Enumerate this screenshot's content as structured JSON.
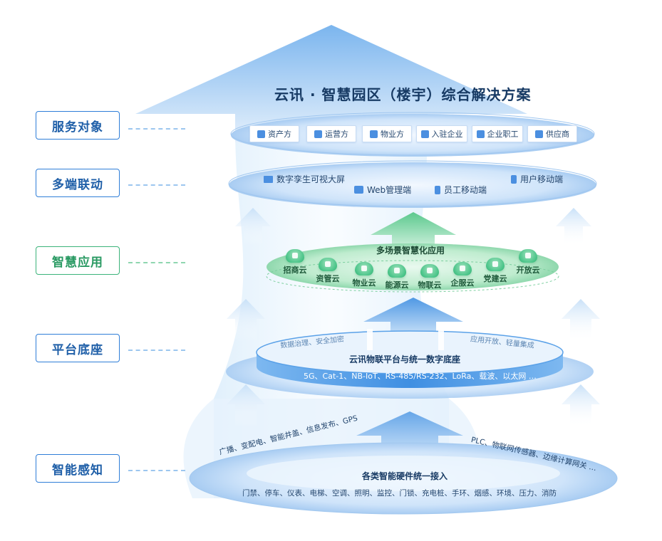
{
  "title": "云讯 · 智慧园区（楼宇）综合解决方案",
  "side_labels": [
    "服务对象",
    "多端联动",
    "智慧应用",
    "平台底座",
    "智能感知"
  ],
  "service_objects": [
    {
      "label": "资产方",
      "icon": "people-icon"
    },
    {
      "label": "运营方",
      "icon": "document-icon"
    },
    {
      "label": "物业方",
      "icon": "house-icon"
    },
    {
      "label": "入驻企业",
      "icon": "building-icon"
    },
    {
      "label": "企业职工",
      "icon": "id-card-icon"
    },
    {
      "label": "供应商",
      "icon": "person-icon"
    }
  ],
  "terminals": [
    {
      "label": "数字孪生可视大屏",
      "icon": "monitor-icon"
    },
    {
      "label": "Web管理端",
      "icon": "browser-icon"
    },
    {
      "label": "员工移动端",
      "icon": "phone-icon"
    },
    {
      "label": "用户移动端",
      "icon": "phone-icon"
    }
  ],
  "apps": {
    "title": "多场景智慧化应用",
    "items": [
      "招商云",
      "资管云",
      "物业云",
      "能源云",
      "物联云",
      "企服云",
      "党建云",
      "开放云"
    ]
  },
  "platform": {
    "title": "云讯物联平台与统一数字底座",
    "left_text": "数据治理、安全加密",
    "right_text": "应用开放、轻量集成",
    "protocols": "5G、Cat-1、NB-IoT、RS-485/RS-232、LoRa、载波、以太网 …"
  },
  "sensing": {
    "title": "各类智能硬件统一接入",
    "top_left": "广播、变配电、智能井盖、信息发布、GPS",
    "top_right": "PLC、物联网传感器、边缘计算网关 …",
    "bottom": "门禁、停车、仪表、电梯、空调、照明、监控、门锁、充电桩、手环、烟感、环境、压力、消防"
  },
  "colors": {
    "primary": "#2f7ed8",
    "green": "#3bb37a",
    "text_dark": "#173a64"
  }
}
